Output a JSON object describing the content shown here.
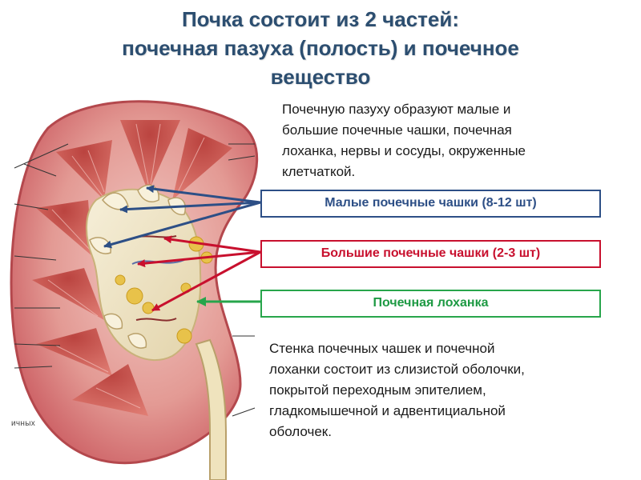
{
  "title": {
    "line1": "Почка состоит из 2 частей:",
    "line2": "почечная пазуха (полость) и почечное",
    "line3": "вещество"
  },
  "intro_text": {
    "line1": "Почечную пазуху образуют малые и",
    "line2": "большие почечные чашки, почечная",
    "line3": "лоханка, нервы и сосуды, окруженные",
    "line4": "клетчаткой."
  },
  "labels": {
    "minor_calyces": "Малые почечные чашки (8-12 шт)",
    "major_calyces": "Большие почечные чашки (2-3 шт)",
    "renal_pelvis": "Почечная лоханка"
  },
  "outro_text": {
    "line1": "Стенка почечных чашек и почечной",
    "line2": "лоханки состоит из слизистой оболочки,",
    "line3": "покрытой переходным эпителием,",
    "line4": "гладкомышечной и адвентициальной",
    "line5": "оболочек."
  },
  "cut_label": "ичных",
  "colors": {
    "title": "#2c4e70",
    "minor_calyces": "#2d4f86",
    "major_calyces": "#c8102e",
    "renal_pelvis": "#27a54b",
    "cortex": "#d9737a",
    "medulla": "#c4473f",
    "sinus": "#f0e6c8",
    "fat": "#e8c24a"
  }
}
